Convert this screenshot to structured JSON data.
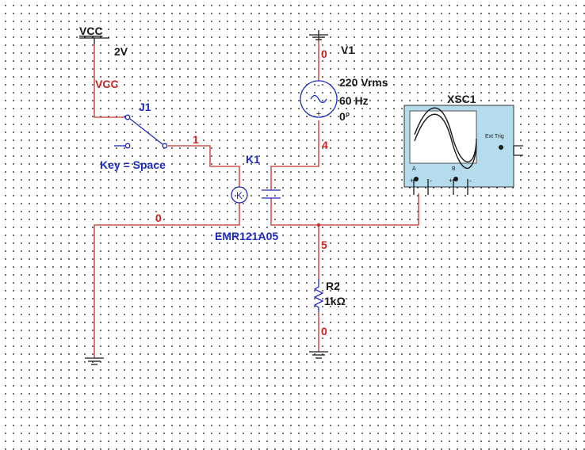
{
  "supply": {
    "name": "VCC",
    "value": "2V",
    "net_label": "VCC"
  },
  "switch": {
    "ref": "J1",
    "key_label": "Key = Space"
  },
  "relay": {
    "ref": "K1",
    "model": "EMR121A05",
    "coil_letter": "K"
  },
  "source": {
    "ref": "V1",
    "voltage": "220 Vrms",
    "frequency": "60 Hz",
    "phase": "0°"
  },
  "resistor": {
    "ref": "R2",
    "value": "1kΩ"
  },
  "scope": {
    "ref": "XSC1",
    "ext_trig_label": "Ext Trig",
    "channel_a": "A",
    "channel_b": "B",
    "plus": "+",
    "minus": "-"
  },
  "nets": {
    "n1": "1",
    "n0_left": "0",
    "n0_v1_top": "0",
    "n4": "4",
    "n5": "5",
    "n0_r2_bottom": "0"
  },
  "polarity": {
    "plus": "+",
    "minus": "-"
  },
  "colors": {
    "wire": "#c8302a",
    "component": "#1f2bbf",
    "label": "#1a1a1a",
    "net_label": "#cc2222",
    "scope_body": "#b5dcec"
  }
}
